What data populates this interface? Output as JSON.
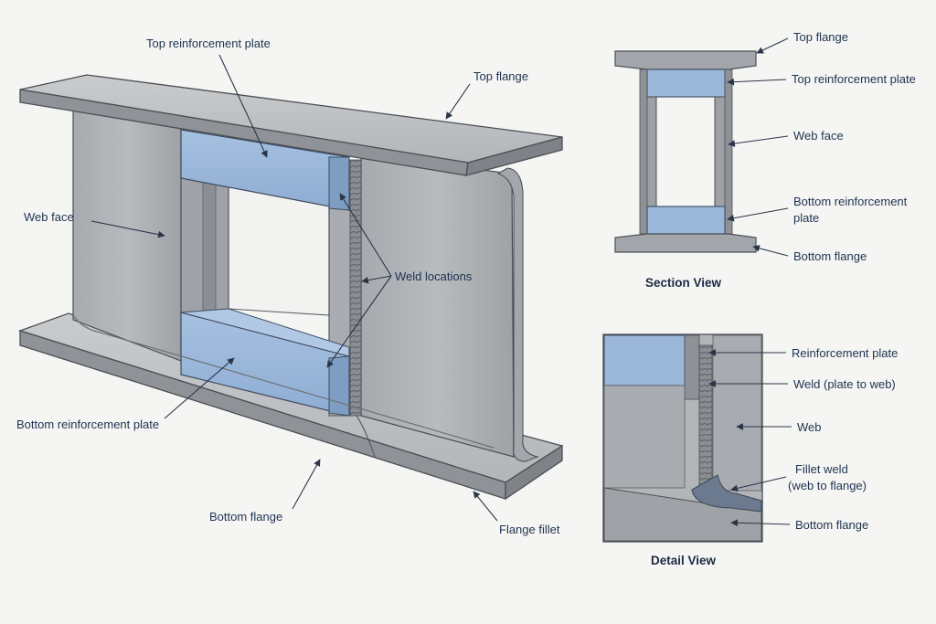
{
  "main_view": {
    "labels": {
      "top_reinforcement_plate": "Top reinforcement plate",
      "top_flange": "Top flange",
      "web_face": "Web face",
      "weld_locations": "Weld locations",
      "bottom_reinforcement_plate": "Bottom reinforcement plate",
      "bottom_flange": "Bottom flange",
      "flange_fillet": "Flange fillet"
    }
  },
  "section_view": {
    "title": "Section View",
    "labels": {
      "top_flange": "Top flange",
      "top_reinforcement_plate": "Top reinforcement plate",
      "web_face": "Web face",
      "bottom_reinforcement_plate_line1": "Bottom reinforcement",
      "bottom_reinforcement_plate_line2": "plate",
      "bottom_flange": "Bottom flange"
    }
  },
  "detail_view": {
    "title": "Detail View",
    "labels": {
      "reinforcement_plate": "Reinforcement plate",
      "weld_plate_to_web": "Weld (plate to web)",
      "web": "Web",
      "fillet_weld_line1": "Fillet weld",
      "fillet_weld_line2": "(web to flange)",
      "bottom_flange": "Bottom flange"
    }
  },
  "colors": {
    "steel_light": "#b9bcbf",
    "steel_mid": "#9da1a5",
    "steel_dark": "#7d8186",
    "outline": "#4b4f55",
    "plate_blue": "#9ab7da",
    "plate_blue_dark": "#7e9dc3",
    "label_text": "#1f3150",
    "arrow": "#2a3548"
  }
}
